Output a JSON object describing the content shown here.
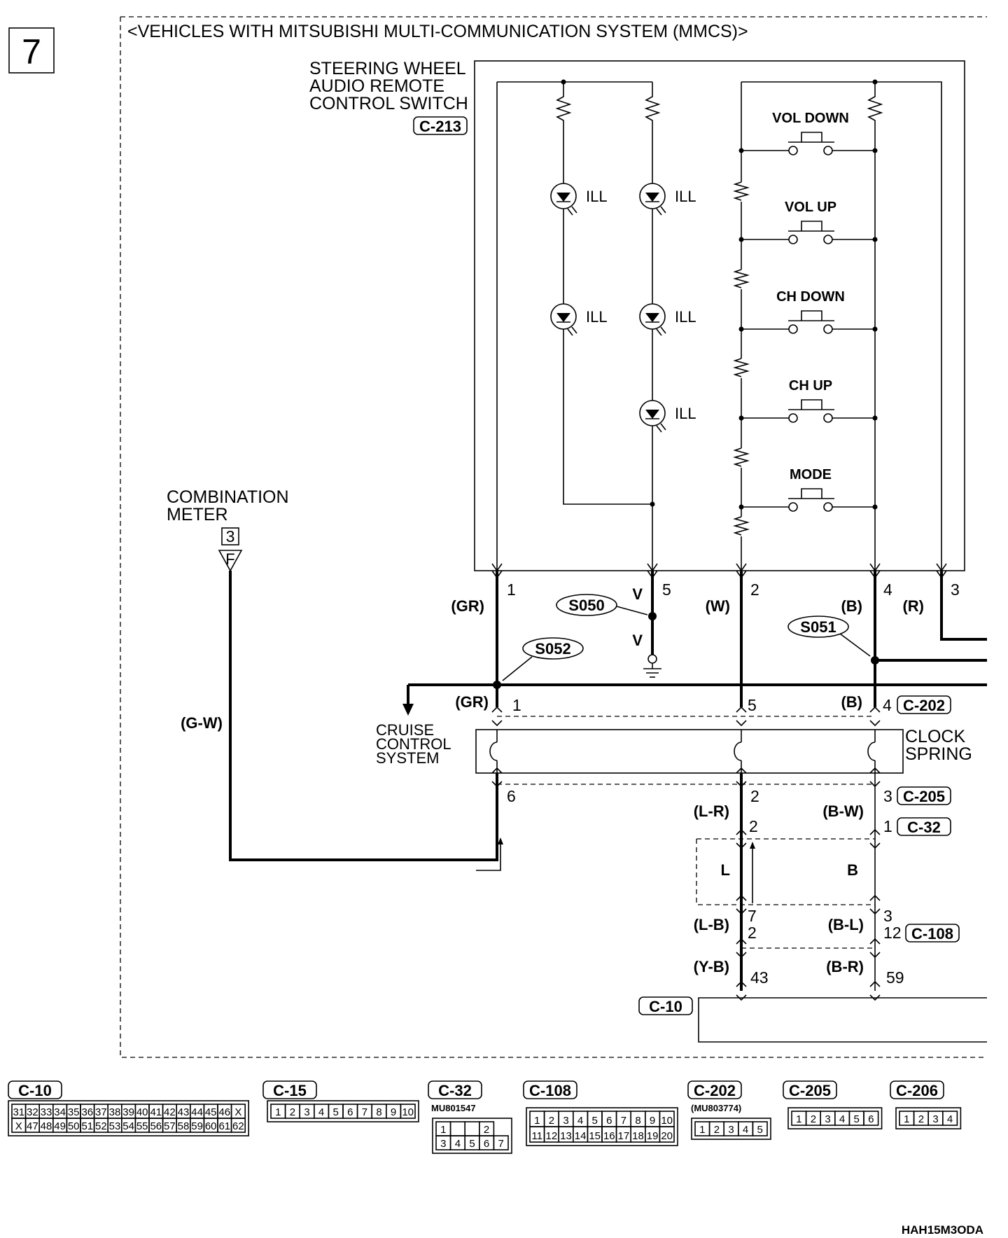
{
  "page": {
    "number": "7",
    "title": "<VEHICLES WITH MITSUBISHI MULTI-COMMUNICATION SYSTEM (MMCS)>",
    "figure_code": "HAH15M3ODA"
  },
  "components": {
    "switch": {
      "line1": "STEERING WHEEL",
      "line2": "AUDIO REMOTE",
      "line3": "CONTROL SWITCH",
      "connector": "C-213"
    },
    "meter": {
      "line1": "COMBINATION",
      "line2": "METER",
      "ref": "3",
      "arrow": "F"
    },
    "cruise": {
      "line1": "CRUISE",
      "line2": "CONTROL",
      "line3": "SYSTEM"
    },
    "clock": {
      "line1": "CLOCK",
      "line2": "SPRING"
    }
  },
  "switches": [
    "VOL DOWN",
    "VOL UP",
    "CH DOWN",
    "CH UP",
    "MODE"
  ],
  "illum_label": "ILL",
  "pins": {
    "top": [
      "1",
      "5",
      "2",
      "4",
      "3"
    ],
    "c202": [
      "1",
      "5",
      "4"
    ],
    "c205": [
      "6",
      "2",
      "3"
    ],
    "c32": [
      "2",
      "1"
    ],
    "mid": [
      "7",
      "3"
    ],
    "c108": [
      "2",
      "12"
    ],
    "c10": [
      "43",
      "59"
    ]
  },
  "wires": {
    "gr": "(GR)",
    "w": "(W)",
    "b": "(B)",
    "r": "(R)",
    "gw": "(G-W)",
    "lr": "(L-R)",
    "bw": "(B-W)",
    "lb": "(L-B)",
    "bl": "(B-L)",
    "yb": "(Y-B)",
    "br": "(B-R)",
    "v": "V",
    "l": "L",
    "b_short": "B"
  },
  "splices": {
    "s050": "S050",
    "s051": "S051",
    "s052": "S052"
  },
  "connectors": {
    "c202": "C-202",
    "c205": "C-205",
    "c32": "C-32",
    "c108": "C-108",
    "c10": "C-10"
  },
  "connector_views": [
    {
      "name": "C-10",
      "rows": [
        [
          "31",
          "32",
          "33",
          "34",
          "35",
          "36",
          "37",
          "38",
          "39",
          "40",
          "41",
          "42",
          "43",
          "44",
          "45",
          "46",
          "X"
        ],
        [
          "X",
          "47",
          "48",
          "49",
          "50",
          "51",
          "52",
          "53",
          "54",
          "55",
          "56",
          "57",
          "58",
          "59",
          "60",
          "61",
          "62"
        ]
      ]
    },
    {
      "name": "C-15",
      "rows": [
        [
          "1",
          "2",
          "3",
          "4",
          "5",
          "6",
          "7",
          "8",
          "9",
          "10"
        ]
      ]
    },
    {
      "name": "C-32",
      "part": "MU801547",
      "rows": [
        [
          "1",
          "",
          "",
          "2"
        ],
        [
          "3",
          "4",
          "5",
          "6",
          "7"
        ]
      ]
    },
    {
      "name": "C-108",
      "rows": [
        [
          "1",
          "2",
          "3",
          "4",
          "5",
          "6",
          "7",
          "8",
          "9",
          "10"
        ],
        [
          "11",
          "12",
          "13",
          "14",
          "15",
          "16",
          "17",
          "18",
          "19",
          "20"
        ]
      ]
    },
    {
      "name": "C-202",
      "part": "(MU803774)",
      "rows": [
        [
          "1",
          "2",
          "3",
          "4",
          "5"
        ]
      ]
    },
    {
      "name": "C-205",
      "rows": [
        [
          "1",
          "2",
          "3",
          "4",
          "5",
          "6"
        ]
      ]
    },
    {
      "name": "C-206",
      "rows": [
        [
          "1",
          "2",
          "3",
          "4"
        ]
      ]
    }
  ]
}
